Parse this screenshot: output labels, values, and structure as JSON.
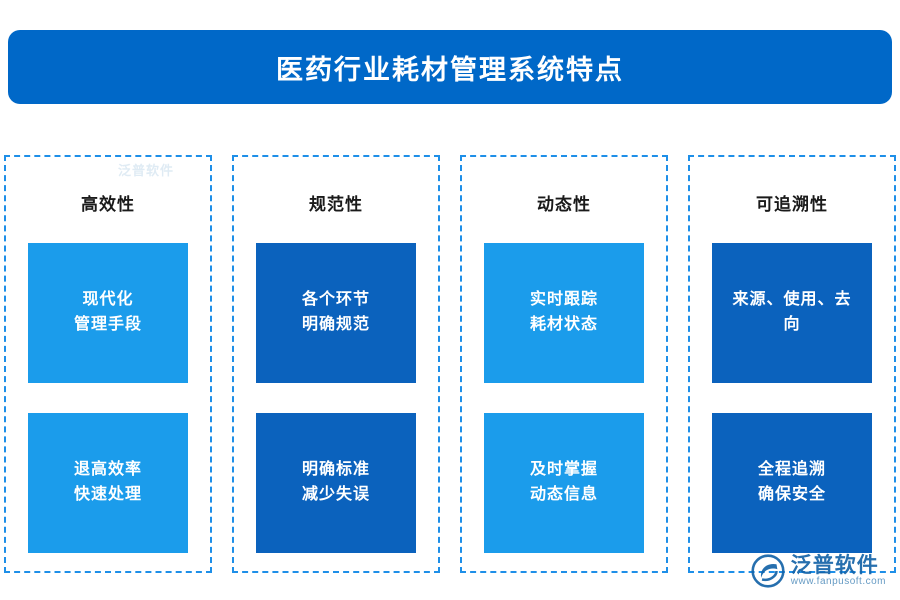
{
  "title": {
    "text": "医药行业耗材管理系统特点",
    "background": "#0068c8",
    "color": "#ffffff"
  },
  "columns": [
    {
      "header": "高效性",
      "boxes": [
        {
          "lines": [
            "现代化",
            "管理手段"
          ],
          "color": "#1b9ceb"
        },
        {
          "lines": [
            "退高效率",
            "快速处理"
          ],
          "color": "#1b9ceb"
        }
      ]
    },
    {
      "header": "规范性",
      "boxes": [
        {
          "lines": [
            "各个环节",
            "明确规范"
          ],
          "color": "#0b62bd"
        },
        {
          "lines": [
            "明确标准",
            "减少失误"
          ],
          "color": "#0b62bd"
        }
      ]
    },
    {
      "header": "动态性",
      "boxes": [
        {
          "lines": [
            "实时跟踪",
            "耗材状态"
          ],
          "color": "#1b9ceb"
        },
        {
          "lines": [
            "及时掌握",
            "动态信息"
          ],
          "color": "#1b9ceb"
        }
      ]
    },
    {
      "header": "可追溯性",
      "boxes": [
        {
          "lines": [
            "来源、使用、去",
            "向"
          ],
          "color": "#0b62bd"
        },
        {
          "lines": [
            "全程追溯",
            "确保安全"
          ],
          "color": "#0b62bd"
        }
      ]
    }
  ],
  "watermark": {
    "top_text": "泛普软件"
  },
  "logo": {
    "name": "泛普软件",
    "url": "www.fanpusoft.com",
    "color": "#1463a8"
  },
  "theme": {
    "dashed_border": "#1e8fe8",
    "light_blue": "#1b9ceb",
    "dark_blue": "#0b62bd"
  }
}
